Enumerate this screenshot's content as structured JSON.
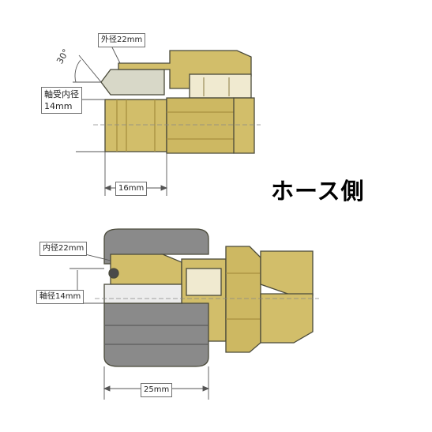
{
  "title": "ホース側",
  "top_fitting": {
    "outer_diameter_label": "外径22mm",
    "bearing_label_line1": "軸受内径",
    "bearing_label_line2": "14mm",
    "angle_label": "30°",
    "length_label": "16mm"
  },
  "bottom_fitting": {
    "inner_diameter_label": "内径22mm",
    "shaft_label": "軸径14mm",
    "length_label": "25mm"
  },
  "colors": {
    "brass": "#d2be6a",
    "brass_dark": "#a89040",
    "rubber": "#8a8a8a",
    "rubber_dark": "#5c5c5c",
    "outline": "#4a4a3a"
  }
}
